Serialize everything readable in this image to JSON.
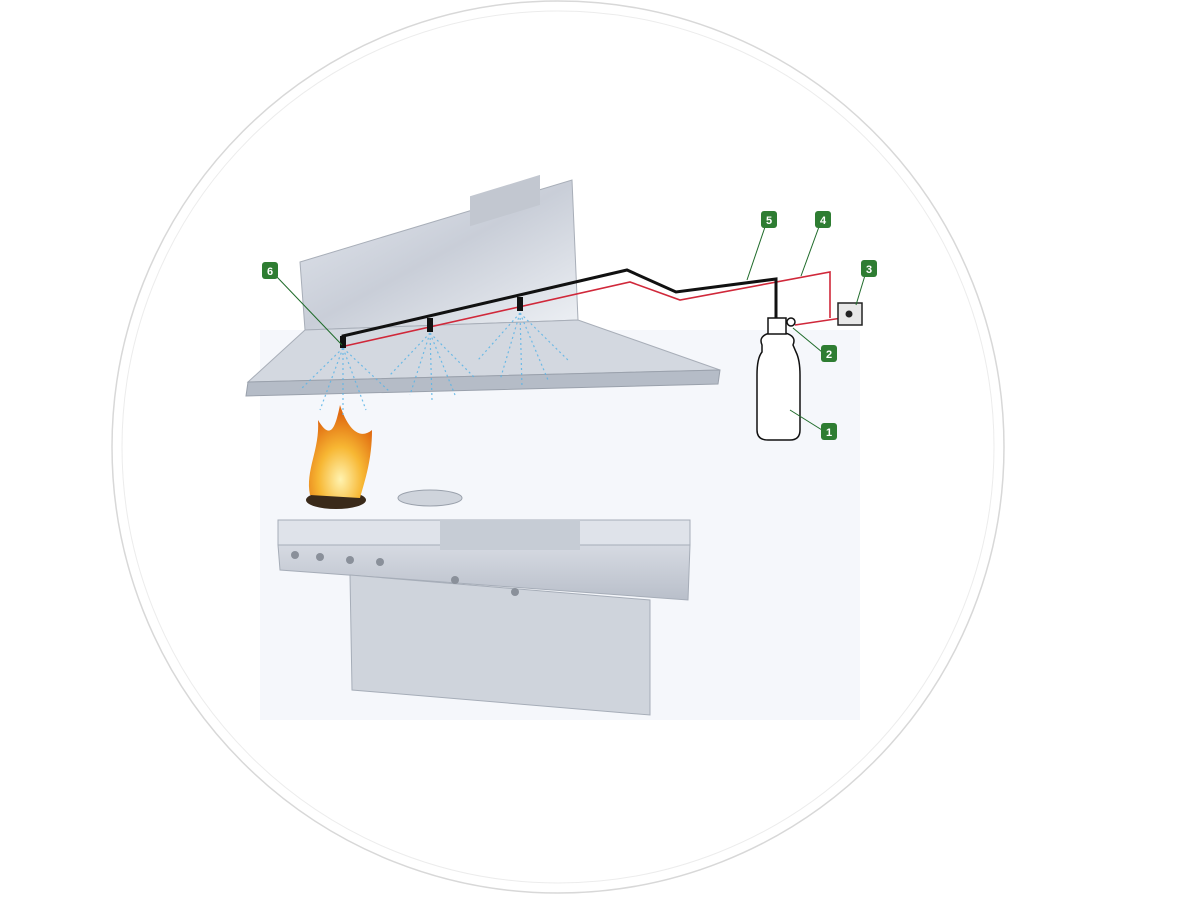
{
  "diagram": {
    "colors": {
      "callout_green": "#2e7d32",
      "detection_line": "#d0283a",
      "discharge_pipe": "#111111",
      "spray": "#5ab4e6",
      "flame": "#f5a623"
    },
    "callouts": [
      {
        "number": "1"
      },
      {
        "number": "2"
      },
      {
        "number": "3"
      },
      {
        "number": "4"
      },
      {
        "number": "5"
      },
      {
        "number": "6"
      }
    ]
  }
}
